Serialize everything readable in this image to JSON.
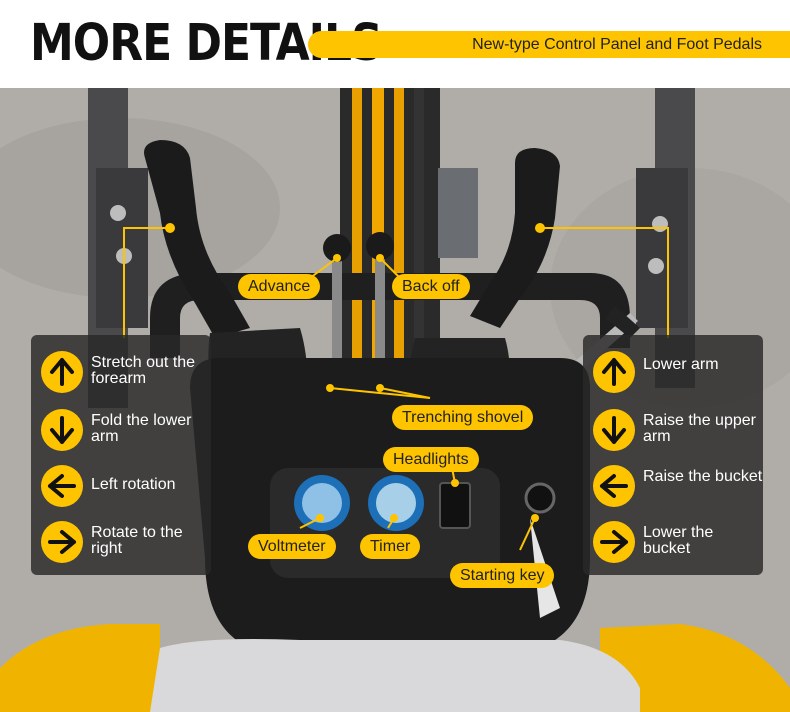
{
  "header": {
    "title": "MORE DETAILS",
    "subtitle": "New-type Control Panel and Foot Pedals"
  },
  "left_panel": {
    "items": [
      {
        "label": "Stretch out the forearm",
        "icon": "arrow-up-icon"
      },
      {
        "label": "Fold the lower arm",
        "icon": "arrow-down-icon"
      },
      {
        "label": "Left rotation",
        "icon": "arrow-left-icon"
      },
      {
        "label": "Rotate to the right",
        "icon": "arrow-right-icon"
      }
    ]
  },
  "right_panel": {
    "items": [
      {
        "label": "Lower arm",
        "icon": "arrow-up-icon"
      },
      {
        "label": "Raise the upper arm",
        "icon": "arrow-down-icon"
      },
      {
        "label": "Raise the bucket",
        "icon": "arrow-left-icon"
      },
      {
        "label": "Lower the bucket",
        "icon": "arrow-right-icon"
      }
    ]
  },
  "callouts": {
    "advance": "Advance",
    "back_off": "Back off",
    "trenching_shovel": "Trenching shovel",
    "headlights": "Headlights",
    "voltmeter": "Voltmeter",
    "timer": "Timer",
    "starting_key": "Starting key"
  },
  "colors": {
    "accent": "#ffc400",
    "panel": "#282828",
    "machine_body": "#1e1e1e",
    "machine_yellow": "#f0b400"
  }
}
